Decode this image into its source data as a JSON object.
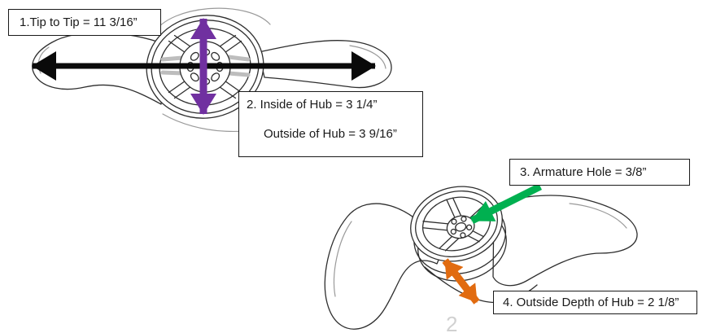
{
  "colors": {
    "tip_arrow": "#0a0a0a",
    "hub_arrow": "#7030a0",
    "armature_arrow": "#00b050",
    "depth_arrow": "#e16b10",
    "line_art": "#2e2e2e",
    "line_faint": "#9a9a9a",
    "hatch": "#bdbdbd",
    "box_border": "#1a1a1a"
  },
  "callouts": {
    "tip_to_tip": {
      "label": "1.Tip to Tip = 11 3/16”"
    },
    "hub": {
      "line1": "2. Inside of Hub = 3 1/4”",
      "line2": "Outside of Hub = 3 9/16”"
    },
    "armature": {
      "label": "3. Armature Hole = 3/8”"
    },
    "hub_depth": {
      "label": "4. Outside Depth of Hub = 2 1/8”"
    }
  },
  "watermark": "2"
}
